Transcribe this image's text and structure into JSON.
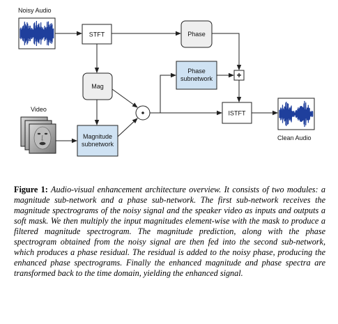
{
  "diagram": {
    "labels": {
      "noisy_audio": "Noisy Audio",
      "video": "Video",
      "clean_audio": "Clean Audio"
    },
    "nodes": {
      "stft": "STFT",
      "phase": "Phase",
      "mag": "Mag",
      "phase_sub_1": "Phase",
      "phase_sub_2": "subnetwork",
      "mag_sub_1": "Magnitude",
      "mag_sub_2": "subnetwork",
      "istft": "ISTFT",
      "plus": "+"
    },
    "colors": {
      "gray_box": "#eeeeee",
      "blue_box": "#cfe2f3",
      "waveform": "#1f3f9c",
      "stroke": "#222222"
    }
  },
  "caption": {
    "lead": "Figure 1:",
    "text": "Audio-visual enhancement architecture overview. It consists of two modules: a magnitude sub-network and a phase sub-network. The first sub-network receives the magnitude spectrograms of the noisy signal and the speaker video as inputs and outputs a soft mask. We then multiply the input magnitudes element-wise with the mask to produce a filtered magnitude spectrogram. The magnitude prediction, along with the phase spectrogram obtained from the noisy signal are then fed into the second sub-network, which produces a phase residual. The residual is added to the noisy phase, producing the enhanced phase spectrograms. Finally the enhanced magnitude and phase spectra are transformed back to the time domain, yielding the enhanced signal."
  }
}
